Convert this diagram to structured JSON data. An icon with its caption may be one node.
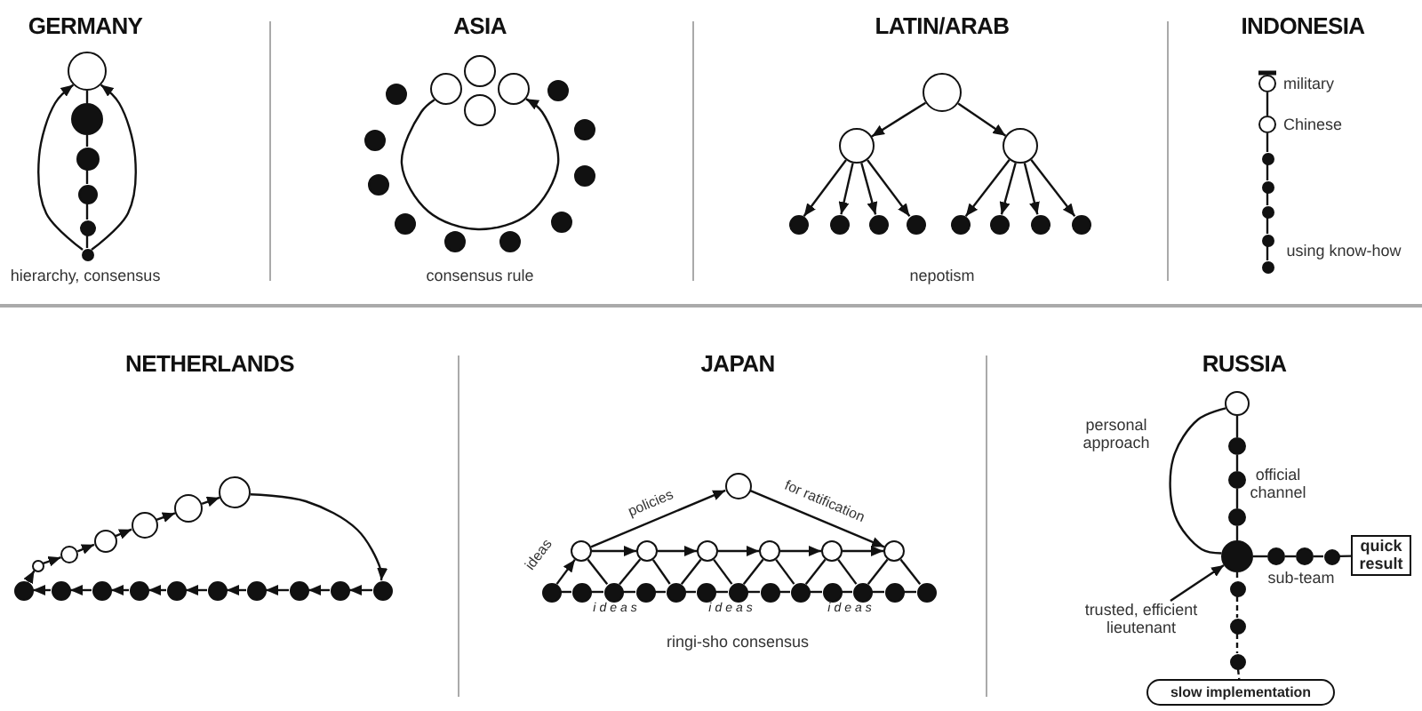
{
  "diagram": {
    "nodes": [
      {
        "text": [],
        "shape": "circle"
      },
      {
        "text": [],
        "shape": "dot"
      },
      {
        "text": [],
        "shape": "dot"
      },
      {
        "text": [],
        "shape": "dot"
      },
      {
        "text": [],
        "shape": "dot"
      },
      {
        "text": [],
        "shape": "dot"
      },
      {
        "text": [],
        "shape": "circle"
      },
      {
        "text": [],
        "shape": "circle"
      },
      {
        "text": [],
        "shape": "circle"
      },
      {
        "text": [],
        "shape": "circle"
      },
      {
        "text": [],
        "shape": "dot"
      },
      {
        "text": [],
        "shape": "dot"
      },
      {
        "text": [],
        "shape": "dot"
      },
      {
        "text": [],
        "shape": "dot"
      },
      {
        "text": [],
        "shape": "dot"
      },
      {
        "text": [],
        "shape": "dot"
      },
      {
        "text": [],
        "shape": "dot"
      },
      {
        "text": [],
        "shape": "dot"
      },
      {
        "text": [],
        "shape": "dot"
      },
      {
        "text": [],
        "shape": "dot"
      },
      {
        "text": [],
        "shape": "circle"
      },
      {
        "text": [],
        "shape": "circle"
      },
      {
        "text": [],
        "shape": "circle"
      },
      {
        "text": [],
        "shape": "dot"
      },
      {
        "text": [],
        "shape": "dot"
      },
      {
        "text": [],
        "shape": "dot"
      },
      {
        "text": [],
        "shape": "dot"
      },
      {
        "text": [],
        "shape": "dot"
      },
      {
        "text": [],
        "shape": "dot"
      },
      {
        "text": [],
        "shape": "dot"
      },
      {
        "text": [],
        "shape": "dot"
      },
      {
        "text": [],
        "shape": "circle",
        "beside": [
          "military"
        ]
      },
      {
        "text": [],
        "shape": "circle",
        "beside": [
          "Chinese"
        ]
      },
      {
        "text": [],
        "shape": "dot"
      },
      {
        "text": [],
        "shape": "dot"
      },
      {
        "text": [],
        "shape": "dot"
      },
      {
        "text": [],
        "shape": "dot"
      },
      {
        "text": [],
        "shape": "dot"
      },
      {
        "text": [],
        "shape": "dot"
      },
      {
        "text": [],
        "shape": "dot"
      },
      {
        "text": [],
        "shape": "dot"
      },
      {
        "text": [],
        "shape": "dot"
      },
      {
        "text": [],
        "shape": "dot"
      },
      {
        "text": [],
        "shape": "dot"
      },
      {
        "text": [],
        "shape": "dot"
      },
      {
        "text": [],
        "shape": "dot"
      },
      {
        "text": [],
        "shape": "dot"
      },
      {
        "text": [],
        "shape": "dot"
      },
      {
        "text": [],
        "shape": "circle"
      },
      {
        "text": [],
        "shape": "circle"
      },
      {
        "text": [],
        "shape": "circle"
      },
      {
        "text": [],
        "shape": "circle"
      },
      {
        "text": [],
        "shape": "circle"
      },
      {
        "text": [],
        "shape": "circle"
      },
      {
        "text": [],
        "shape": "circle"
      },
      {
        "text": [],
        "shape": "circle"
      },
      {
        "text": [],
        "shape": "circle"
      },
      {
        "text": [],
        "shape": "circle"
      },
      {
        "text": [],
        "shape": "circle"
      },
      {
        "text": [],
        "shape": "circle"
      },
      {
        "text": [],
        "shape": "circle"
      },
      {
        "text": [],
        "shape": "dot"
      },
      {
        "text": [],
        "shape": "dot"
      },
      {
        "text": [],
        "shape": "dot"
      },
      {
        "text": [],
        "shape": "dot"
      },
      {
        "text": [],
        "shape": "dot"
      },
      {
        "text": [],
        "shape": "dot"
      },
      {
        "text": [],
        "shape": "dot"
      },
      {
        "text": [],
        "shape": "dot"
      },
      {
        "text": [],
        "shape": "dot"
      },
      {
        "text": [],
        "shape": "dot"
      },
      {
        "text": [],
        "shape": "dot"
      },
      {
        "text": [],
        "shape": "dot"
      },
      {
        "text": [],
        "shape": "dot"
      },
      {
        "text": [],
        "shape": "circle"
      },
      {
        "text": [],
        "shape": "dot"
      },
      {
        "text": [],
        "shape": "dot"
      },
      {
        "text": [],
        "shape": "dot"
      },
      {
        "text": [],
        "shape": "dot"
      },
      {
        "text": [],
        "shape": "dot"
      },
      {
        "text": [],
        "shape": "dot"
      },
      {
        "text": [],
        "shape": "dot"
      },
      {
        "text": [
          "quick result"
        ]
      },
      {
        "text": [],
        "shape": "dot"
      },
      {
        "text": [],
        "shape": "dot"
      },
      {
        "text": [],
        "shape": "dot"
      },
      {
        "text": [
          "slow implementation"
        ]
      },
      {
        "text": [
          "trusted, efficient lieutenant"
        ]
      }
    ],
    "edges": [
      {
        "from": 0,
        "to": 1,
        "arrow": "none"
      },
      {
        "from": 1,
        "to": 2,
        "arrow": "none"
      },
      {
        "from": 2,
        "to": 3,
        "arrow": "none"
      },
      {
        "from": 3,
        "to": 4,
        "arrow": "none"
      },
      {
        "from": 4,
        "to": 5,
        "arrow": "none"
      },
      {
        "from": 5,
        "to": 0,
        "arrow": "to"
      },
      {
        "from": 5,
        "to": 0,
        "arrow": "to"
      },
      {
        "from": 7,
        "to": 8,
        "arrow": "to"
      },
      {
        "from": 20,
        "to": 21,
        "arrow": "to"
      },
      {
        "from": 20,
        "to": 22,
        "arrow": "to"
      },
      {
        "from": 21,
        "to": 23,
        "arrow": "to"
      },
      {
        "from": 21,
        "to": 24,
        "arrow": "to"
      },
      {
        "from": 21,
        "to": 25,
        "arrow": "to"
      },
      {
        "from": 21,
        "to": 26,
        "arrow": "to"
      },
      {
        "from": 22,
        "to": 27,
        "arrow": "to"
      },
      {
        "from": 22,
        "to": 28,
        "arrow": "to"
      },
      {
        "from": 22,
        "to": 29,
        "arrow": "to"
      },
      {
        "from": 22,
        "to": 30,
        "arrow": "to"
      },
      {
        "from": 31,
        "to": 32,
        "arrow": "none"
      },
      {
        "from": 32,
        "to": 33,
        "arrow": "none"
      },
      {
        "from": 33,
        "to": 34,
        "arrow": "none"
      },
      {
        "from": 34,
        "to": 35,
        "arrow": "none"
      },
      {
        "from": 35,
        "to": 36,
        "arrow": "none"
      },
      {
        "from": 36,
        "to": 37,
        "arrow": "none"
      },
      {
        "from": 38,
        "to": 48,
        "arrow": "to"
      },
      {
        "from": 48,
        "to": 49,
        "arrow": "to"
      },
      {
        "from": 49,
        "to": 50,
        "arrow": "to"
      },
      {
        "from": 50,
        "to": 51,
        "arrow": "to"
      },
      {
        "from": 51,
        "to": 52,
        "arrow": "to"
      },
      {
        "from": 52,
        "to": 53,
        "arrow": "to"
      },
      {
        "from": 53,
        "to": 47,
        "arrow": "to"
      },
      {
        "from": 47,
        "to": 46,
        "arrow": "to"
      },
      {
        "from": 46,
        "to": 45,
        "arrow": "to"
      },
      {
        "from": 45,
        "to": 44,
        "arrow": "to"
      },
      {
        "from": 44,
        "to": 43,
        "arrow": "to"
      },
      {
        "from": 43,
        "to": 42,
        "arrow": "to"
      },
      {
        "from": 42,
        "to": 41,
        "arrow": "to"
      },
      {
        "from": 41,
        "to": 40,
        "arrow": "to"
      },
      {
        "from": 40,
        "to": 39,
        "arrow": "to"
      },
      {
        "from": 39,
        "to": 38,
        "arrow": "to"
      },
      {
        "from": 61,
        "to": 55,
        "arrow": "to",
        "label": "ideas"
      },
      {
        "from": 55,
        "to": 54,
        "arrow": "to",
        "label": "policies"
      },
      {
        "from": 54,
        "to": 60,
        "arrow": "to",
        "label": "for ratification"
      },
      {
        "from": 55,
        "to": 56,
        "arrow": "to"
      },
      {
        "from": 56,
        "to": 57,
        "arrow": "to"
      },
      {
        "from": 57,
        "to": 58,
        "arrow": "to"
      },
      {
        "from": 58,
        "to": 59,
        "arrow": "to"
      },
      {
        "from": 59,
        "to": 60,
        "arrow": "to"
      },
      {
        "from": 55,
        "to": 63,
        "arrow": "none"
      },
      {
        "from": 56,
        "to": 63,
        "arrow": "none"
      },
      {
        "from": 56,
        "to": 65,
        "arrow": "none"
      },
      {
        "from": 57,
        "to": 65,
        "arrow": "none"
      },
      {
        "from": 57,
        "to": 67,
        "arrow": "none"
      },
      {
        "from": 58,
        "to": 67,
        "arrow": "none"
      },
      {
        "from": 58,
        "to": 69,
        "arrow": "none"
      },
      {
        "from": 59,
        "to": 69,
        "arrow": "none"
      },
      {
        "from": 59,
        "to": 71,
        "arrow": "none"
      },
      {
        "from": 60,
        "to": 71,
        "arrow": "none"
      },
      {
        "from": 60,
        "to": 73,
        "arrow": "none"
      },
      {
        "from": 61,
        "to": 62,
        "arrow": "none"
      },
      {
        "from": 62,
        "to": 63,
        "arrow": "none"
      },
      {
        "from": 63,
        "to": 64,
        "arrow": "none"
      },
      {
        "from": 64,
        "to": 65,
        "arrow": "none"
      },
      {
        "from": 65,
        "to": 66,
        "arrow": "none"
      },
      {
        "from": 66,
        "to": 67,
        "arrow": "none"
      },
      {
        "from": 67,
        "to": 68,
        "arrow": "none"
      },
      {
        "from": 68,
        "to": 69,
        "arrow": "none"
      },
      {
        "from": 69,
        "to": 70,
        "arrow": "none"
      },
      {
        "from": 70,
        "to": 71,
        "arrow": "none"
      },
      {
        "from": 71,
        "to": 72,
        "arrow": "none"
      },
      {
        "from": 72,
        "to": 73,
        "arrow": "none"
      },
      {
        "from": 74,
        "to": 75,
        "arrow": "none"
      },
      {
        "from": 75,
        "to": 76,
        "arrow": "none"
      },
      {
        "from": 76,
        "to": 77,
        "arrow": "none"
      },
      {
        "from": 77,
        "to": 78,
        "arrow": "none"
      },
      {
        "from": 78,
        "to": 74,
        "arrow": "none"
      },
      {
        "from": 78,
        "to": 79,
        "arrow": "none"
      },
      {
        "from": 79,
        "to": 80,
        "arrow": "none"
      },
      {
        "from": 80,
        "to": 81,
        "arrow": "none"
      },
      {
        "from": 81,
        "to": 82,
        "arrow": "none"
      },
      {
        "from": 78,
        "to": 83,
        "arrow": "none",
        "style": "dashed"
      },
      {
        "from": 83,
        "to": 84,
        "arrow": "none",
        "style": "dashed"
      },
      {
        "from": 84,
        "to": 85,
        "arrow": "none",
        "style": "dashed"
      },
      {
        "from": 85,
        "to": 86,
        "arrow": "none",
        "style": "dashed"
      },
      {
        "from": 87,
        "to": 78,
        "arrow": "to"
      }
    ],
    "labels": [
      "GERMANY",
      "ASIA",
      "LATIN/ARAB",
      "INDONESIA",
      "hierarchy, consensus",
      "consensus rule",
      "nepotism",
      "using know-how",
      "NETHERLANDS",
      "JAPAN",
      "RUSSIA",
      "personal approach",
      "official channel",
      "sub-team",
      "ideas",
      "ideas",
      "ideas",
      "ringi-sho consensus"
    ]
  }
}
